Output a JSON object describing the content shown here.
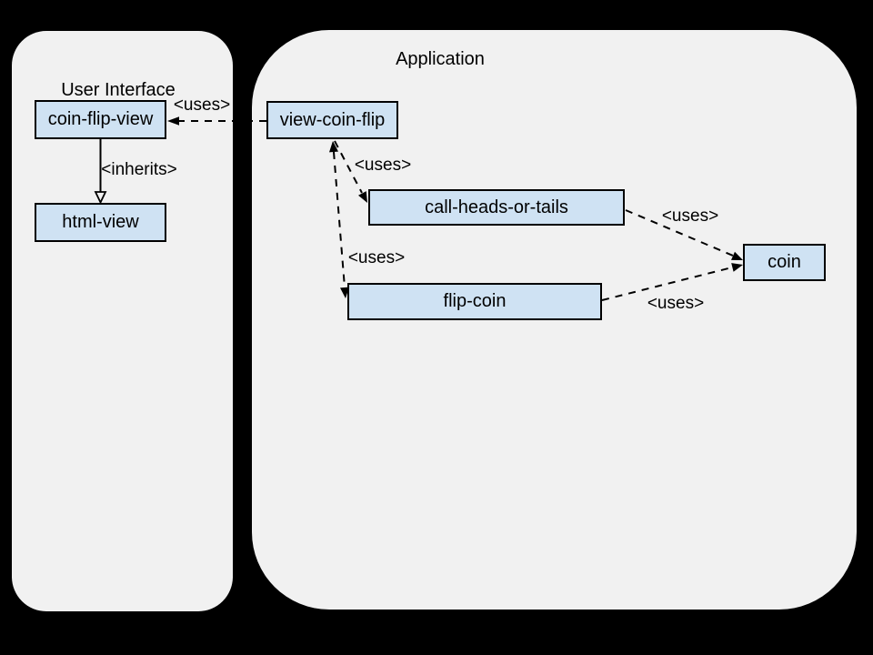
{
  "diagram": {
    "colors": {
      "background": "#000000",
      "container_fill": "#f1f1f1",
      "node_fill": "#cfe2f3",
      "node_border": "#000000",
      "line": "#000000"
    },
    "containers": [
      {
        "id": "user-interface",
        "title": "User Interface"
      },
      {
        "id": "application",
        "title": "Application"
      }
    ],
    "nodes": [
      {
        "id": "coin-flip-view",
        "label": "coin-flip-view"
      },
      {
        "id": "html-view",
        "label": "html-view"
      },
      {
        "id": "view-coin-flip",
        "label": "view-coin-flip"
      },
      {
        "id": "call-heads-or-tails",
        "label": "call-heads-or-tails"
      },
      {
        "id": "flip-coin",
        "label": "flip-coin"
      },
      {
        "id": "coin",
        "label": "coin"
      }
    ],
    "edges": [
      {
        "from": "view-coin-flip",
        "to": "coin-flip-view",
        "label": "<uses>",
        "style": "dashed"
      },
      {
        "from": "coin-flip-view",
        "to": "html-view",
        "label": "<inherits>",
        "style": "solid-hollow-triangle"
      },
      {
        "from": "view-coin-flip",
        "to": "call-heads-or-tails",
        "label": "<uses>",
        "style": "dashed"
      },
      {
        "from": "view-coin-flip",
        "to": "flip-coin",
        "label": "<uses>",
        "style": "dashed-double-arrow"
      },
      {
        "from": "call-heads-or-tails",
        "to": "coin",
        "label": "<uses>",
        "style": "dashed"
      },
      {
        "from": "flip-coin",
        "to": "coin",
        "label": "<uses>",
        "style": "dashed"
      }
    ]
  }
}
